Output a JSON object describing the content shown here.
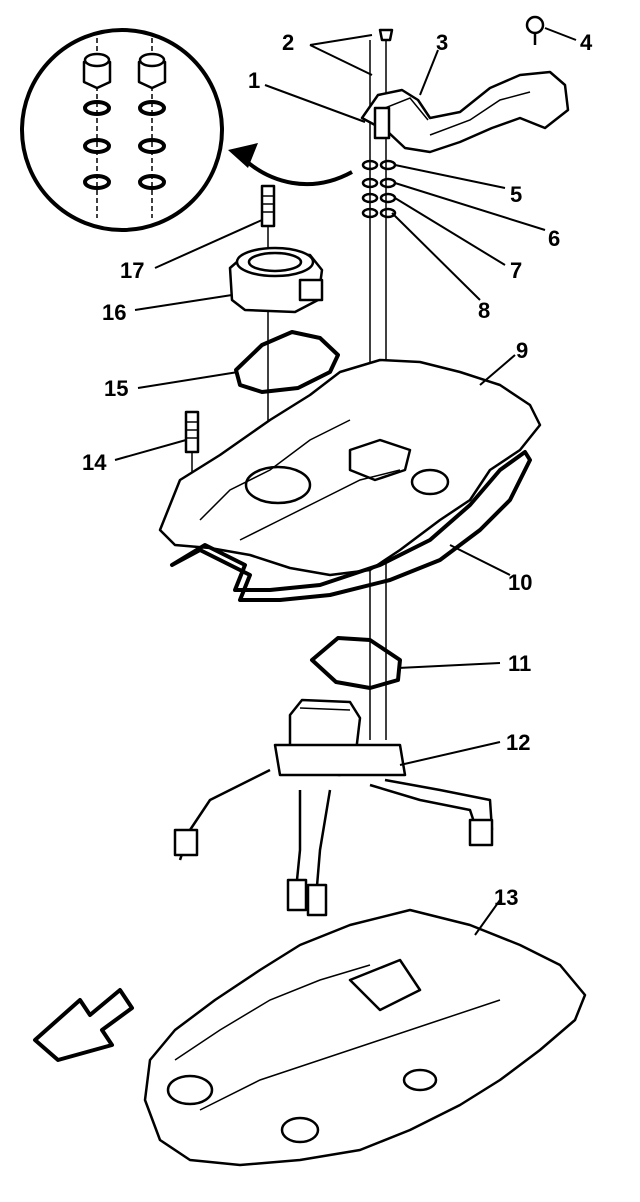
{
  "callouts": [
    {
      "id": "1",
      "label": "1"
    },
    {
      "id": "2",
      "label": "2"
    },
    {
      "id": "3",
      "label": "3"
    },
    {
      "id": "4",
      "label": "4"
    },
    {
      "id": "5",
      "label": "5"
    },
    {
      "id": "6",
      "label": "6"
    },
    {
      "id": "7",
      "label": "7"
    },
    {
      "id": "8",
      "label": "8"
    },
    {
      "id": "9",
      "label": "9"
    },
    {
      "id": "10",
      "label": "10"
    },
    {
      "id": "11",
      "label": "11"
    },
    {
      "id": "12",
      "label": "12"
    },
    {
      "id": "13",
      "label": "13"
    },
    {
      "id": "14",
      "label": "14"
    },
    {
      "id": "15",
      "label": "15"
    },
    {
      "id": "16",
      "label": "16"
    },
    {
      "id": "17",
      "label": "17"
    }
  ],
  "icons": {
    "detail_view": "magnified-detail-circle-icon",
    "detail_arrow": "curved-arrow-icon",
    "front_indicator": "front-direction-arrow-icon"
  },
  "colors": {
    "line": "#000000",
    "background": "#ffffff"
  }
}
